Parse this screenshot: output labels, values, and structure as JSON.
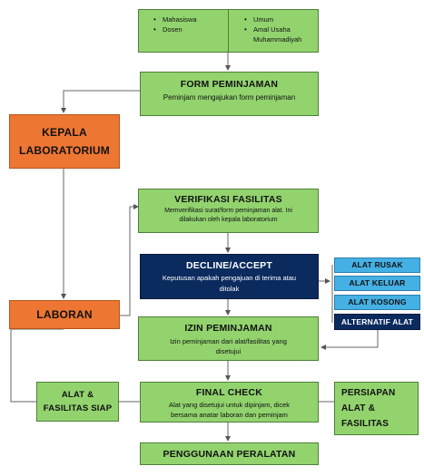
{
  "users": {
    "left": [
      "Mahasiswa",
      "Dosen"
    ],
    "right": [
      "Umum",
      "Amal Usaha Muhammadiyah"
    ]
  },
  "form": {
    "title": "FORM PEMINJAMAN",
    "desc": "Peminjam mengajukan form peminjaman"
  },
  "kepala": {
    "title": "KEPALA LABORATORIUM"
  },
  "verifikasi": {
    "title": "VERIFIKASI FASILITAS",
    "desc": "Memverifikasi surat/form peminjaman alat. Ini dilakukan oleh kepala laboratorium"
  },
  "decision": {
    "title": "DECLINE/ACCEPT",
    "desc": "Keputusan apakah pengajuan di terima atau ditolak"
  },
  "status_list": [
    "ALAT RUSAK",
    "ALAT KELUAR",
    "ALAT KOSONG",
    "ALTERNATIF ALAT"
  ],
  "laboran": {
    "title": "LABORAN"
  },
  "izin": {
    "title": "IZIN PEMINJAMAN",
    "desc": "Izin peminjaman dari alat/fasilitas yang disetujui"
  },
  "alat_siap": {
    "title": "ALAT & FASILITAS SIAP"
  },
  "final_check": {
    "title": "FINAL CHECK",
    "desc": "Alat yang disetujui untuk dipinjam, dicek bersama anatar laboran dan peminjam"
  },
  "persiapan": {
    "title": "PERSIAPAN ALAT & FASILITAS"
  },
  "penggunaan": {
    "title": "PENGGUNAAN PERALATAN"
  },
  "colors": {
    "green": "#92d36e",
    "orange": "#ed7633",
    "navy": "#0b2b5e",
    "blue": "#45b0e3",
    "line": "#555555"
  }
}
